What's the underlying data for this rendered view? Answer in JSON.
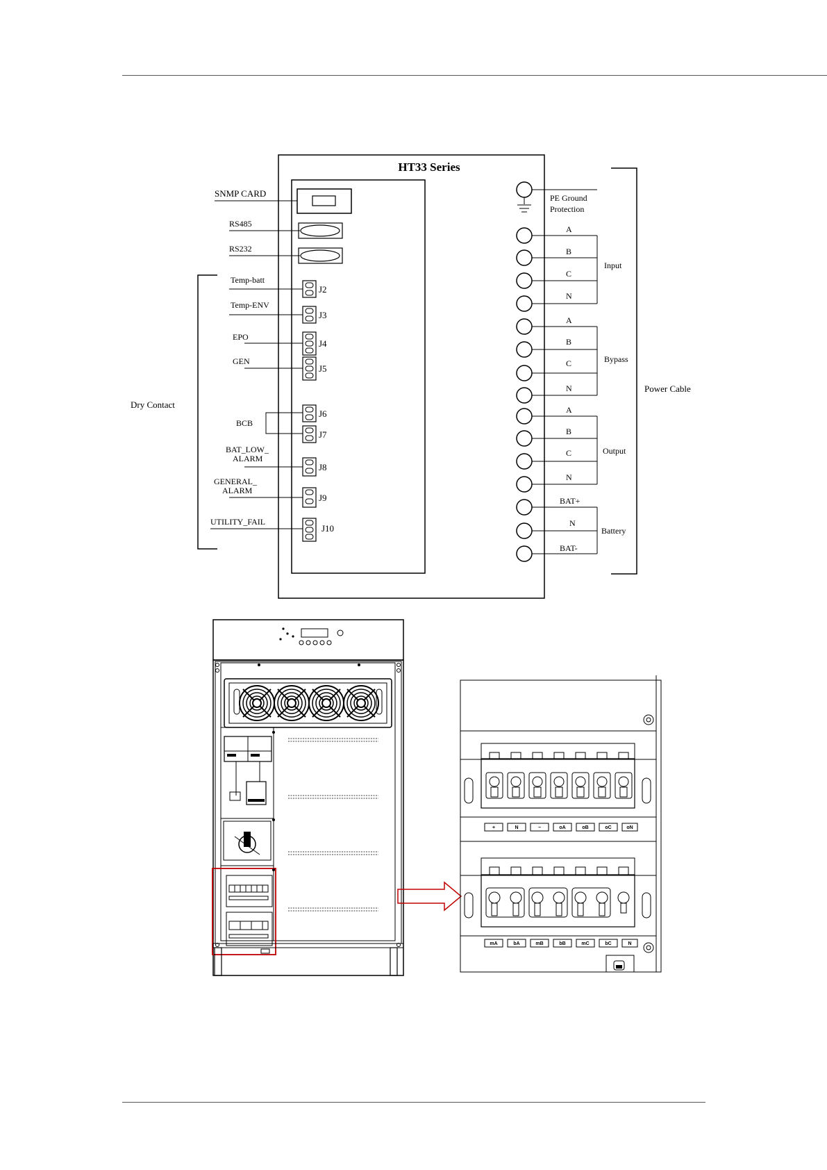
{
  "diagram": {
    "title": "HT33 Series",
    "comm_ports": [
      {
        "id": "snmp",
        "label": "SNMP CARD"
      },
      {
        "id": "rs485",
        "label": "RS485"
      },
      {
        "id": "rs232",
        "label": "RS232"
      }
    ],
    "dry_contact": {
      "group_label": "Dry Contact",
      "items": [
        {
          "label": "Temp-batt",
          "connector": "J2"
        },
        {
          "label": "Temp-ENV",
          "connector": "J3"
        },
        {
          "label": "EPO",
          "connector": "J4"
        },
        {
          "label": "GEN",
          "connector": "J5"
        },
        {
          "label": "",
          "connector": "J6"
        },
        {
          "label": "",
          "connector": "J7"
        },
        {
          "label": "BAT_LOW_",
          "label2": "ALARM",
          "connector": "J8"
        },
        {
          "label": "GENERAL_",
          "label2": "ALARM",
          "connector": "J9"
        },
        {
          "label": "UTILITY_FAIL",
          "connector": "J10"
        }
      ],
      "bcb_label": "BCB"
    },
    "power_cable": {
      "group_label": "Power Cable",
      "pe": {
        "label1": "PE Ground",
        "label2": "Protection"
      },
      "groups": [
        {
          "name": "Input",
          "terminals": [
            "A",
            "B",
            "C",
            "N"
          ]
        },
        {
          "name": "Bypass",
          "terminals": [
            "A",
            "B",
            "C",
            "N"
          ]
        },
        {
          "name": "Output",
          "terminals": [
            "A",
            "B",
            "C",
            "N"
          ]
        },
        {
          "name": "Battery",
          "terminals": [
            "BAT+",
            "N",
            "BAT-"
          ]
        }
      ]
    }
  },
  "terminal_block": {
    "top_labels": [
      "+",
      "N",
      "−",
      "oA",
      "oB",
      "oC",
      "oN"
    ],
    "bottom_labels": [
      "mA",
      "bA",
      "mB",
      "bB",
      "mC",
      "bC",
      "N"
    ]
  },
  "colors": {
    "line": "#000000",
    "highlight": "#c00000"
  }
}
